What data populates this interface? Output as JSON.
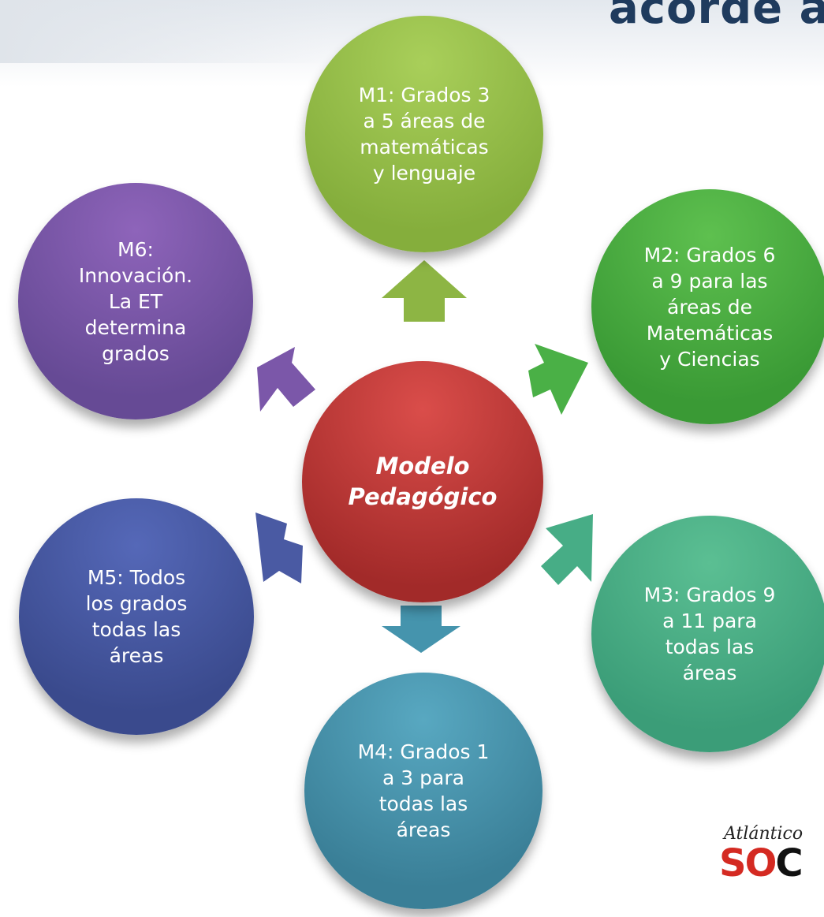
{
  "title": "acorde a",
  "center": {
    "line1": "Modelo",
    "line2": "Pedagógico"
  },
  "nodes": [
    {
      "id": "M1",
      "lines": [
        "M1: Grados 3",
        "a 5 áreas de",
        "matemáticas",
        "y lenguaje"
      ],
      "color": "#8db544"
    },
    {
      "id": "M2",
      "lines": [
        "M2: Grados 6",
        "a 9 para las",
        "áreas de",
        "Matemáticas",
        "y Ciencias"
      ],
      "color": "#47a63e"
    },
    {
      "id": "M3",
      "lines": [
        "M3: Grados 9",
        "a 11 para",
        "todas las",
        "áreas"
      ],
      "color": "#45a982"
    },
    {
      "id": "M4",
      "lines": [
        "M4: Grados 1",
        "a 3 para",
        "todas las",
        "áreas"
      ],
      "color": "#438ca4"
    },
    {
      "id": "M5",
      "lines": [
        "M5: Todos",
        "los grados",
        "todas las",
        "áreas"
      ],
      "color": "#425398"
    },
    {
      "id": "M6",
      "lines": [
        "M6:",
        "Innovación.",
        "La ET",
        "determina",
        "grados"
      ],
      "color": "#7553a4"
    }
  ],
  "arrow_colors": {
    "up": "#8db544",
    "up_right": "#4ab046",
    "down_right": "#47ad86",
    "down": "#4594ad",
    "down_left": "#4a5aa3",
    "up_left": "#7b57a9"
  },
  "logo": {
    "top": "Atlántico",
    "bottom_red": "SO",
    "bottom_dark": "C"
  }
}
